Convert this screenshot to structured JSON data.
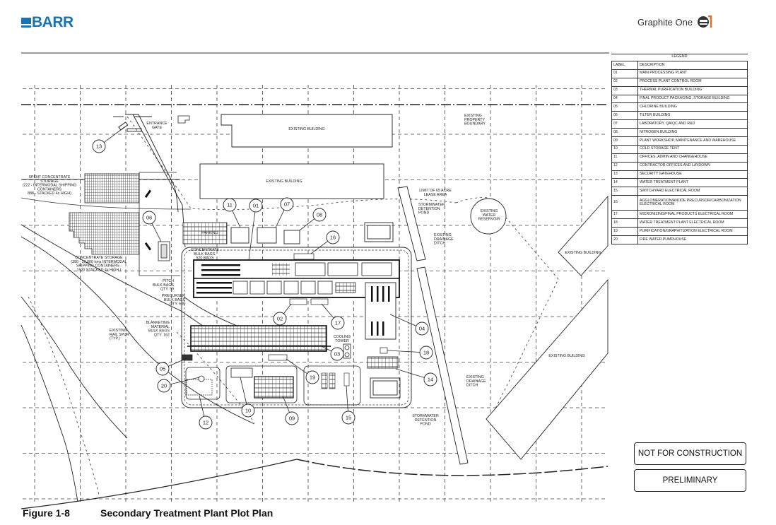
{
  "header": {
    "barr_logo": "BARR",
    "client_logo": "Graphite One"
  },
  "legend": {
    "title": "LEGEND",
    "columns": [
      "LABEL",
      "DESCRIPTION"
    ],
    "rows": [
      {
        "label": "01",
        "description": "MAIN PROCESSING PLANT"
      },
      {
        "label": "02",
        "description": "PROCESS PLANT CONTROL ROOM"
      },
      {
        "label": "03",
        "description": "THERMAL PURIFICATION BUILDING"
      },
      {
        "label": "04",
        "description": "FINAL PRODUCT PACKAGING, STORAGE BUILDING"
      },
      {
        "label": "05",
        "description": "CHLORINE BUILDING"
      },
      {
        "label": "06",
        "description": "TILTER BUILDING"
      },
      {
        "label": "07",
        "description": "LABORATORY, QA/QC AND R&D"
      },
      {
        "label": "08",
        "description": "NITROGEN BUILDING"
      },
      {
        "label": "09",
        "description": "PLANT WORKSHOP, MAINTENANCE AND WAREHOUSE"
      },
      {
        "label": "10",
        "description": "COLD STORAGE TENT"
      },
      {
        "label": "11",
        "description": "OFFICES, ADMIN AND CHANGEHOUSE"
      },
      {
        "label": "12",
        "description": "CONTRACTOR OFFICES AND LAYDOWN"
      },
      {
        "label": "13",
        "description": "SECURITY GATEHOUSE"
      },
      {
        "label": "14",
        "description": "WATER TREATMENT PLANT"
      },
      {
        "label": "15",
        "description": "SWITCHYARD ELECTRICAL ROOM"
      },
      {
        "label": "16",
        "description": "AGGLOMERATION/ANODE PRECURSOR/CARBONIZATION ELECTRICAL ROOM"
      },
      {
        "label": "17",
        "description": "MICRONIZING/FINAL PRODUCTS ELECTRICAL ROOM"
      },
      {
        "label": "18",
        "description": "WATER TREATMENT PLANT ELECTRICAL ROOM"
      },
      {
        "label": "19",
        "description": "PURIFICATION/GRAPHITIZATION ELECTRICAL ROOM"
      },
      {
        "label": "20",
        "description": "FIRE WATER PUMPHOUSE"
      }
    ]
  },
  "plan_labels": {
    "entrance_gate": [
      "ENTRANCE",
      "GATE"
    ],
    "existing_building_1": "EXISTING BUILDING",
    "existing_building_2": "EXISTING BUILDING",
    "existing_building_3": "EXISTING BUILDING",
    "existing_building_4": "EXISTING BUILDING",
    "property_boundary": [
      "EXISTING",
      "PROPERTY",
      "BOUNDARY"
    ],
    "spent_storage": [
      "SPENT CONCENTRATE",
      "STORAGE",
      "(222 - INTERMODAL SHIPPING",
      "CONTAINERS",
      "888 - STACKED 4x HIGH)"
    ],
    "concentrate_storage": [
      "CONCENTRATE STORAGE",
      "(380 - 20,000 tons INTERMODAL",
      "SHIPPING CONTAINERS -",
      "1520 STACKED 4x HIGH )"
    ],
    "parking": "PARKING",
    "concentrate_bags": [
      "CONCENTRATE",
      "BULK BAGS,",
      "520 BAGS"
    ],
    "pitch_bags": [
      "PITCH",
      "BULK BAGS",
      "QTY. 99"
    ],
    "precursor_bags": [
      "PRECURSER",
      "BULK BAGS",
      "QTY. 685"
    ],
    "blanketing_bags": [
      "BLANKETING",
      "MATERIAL",
      "BULK BAGS",
      "QTY. 162"
    ],
    "rail_spur": [
      "EXISTING",
      "RAIL SPUR",
      "(TYP.)"
    ],
    "cooling_tower": [
      "COOLING",
      "TOWER"
    ],
    "lease_area": [
      "LIMIT OF 65 ACRE",
      "LEASE AREA"
    ],
    "pond_top": [
      "STORMWATER",
      "DETENTION",
      "POND"
    ],
    "pond_bottom": [
      "STORMWATER",
      "DETENTION",
      "POND"
    ],
    "ditch_top": [
      "EXISTING",
      "DRAINAGE",
      "DITCH"
    ],
    "ditch_bottom": [
      "EXISTING",
      "DRAINAGE",
      "DITCH"
    ],
    "reservoir": [
      "EXISTING",
      "WATER",
      "RESERVOIR"
    ]
  },
  "callouts": [
    "01",
    "02",
    "03",
    "04",
    "05",
    "06",
    "07",
    "08",
    "09",
    "10",
    "11",
    "12",
    "13",
    "14",
    "15",
    "16",
    "17",
    "18",
    "19",
    "20"
  ],
  "stamps": {
    "not_for_construction": "NOT FOR CONSTRUCTION",
    "preliminary": "PRELIMINARY"
  },
  "caption": {
    "number": "Figure 1-8",
    "title": "Secondary Treatment Plant Plot Plan"
  },
  "colors": {
    "barr_blue": "#1a73b5",
    "graphite_orange": "#e0702a"
  }
}
